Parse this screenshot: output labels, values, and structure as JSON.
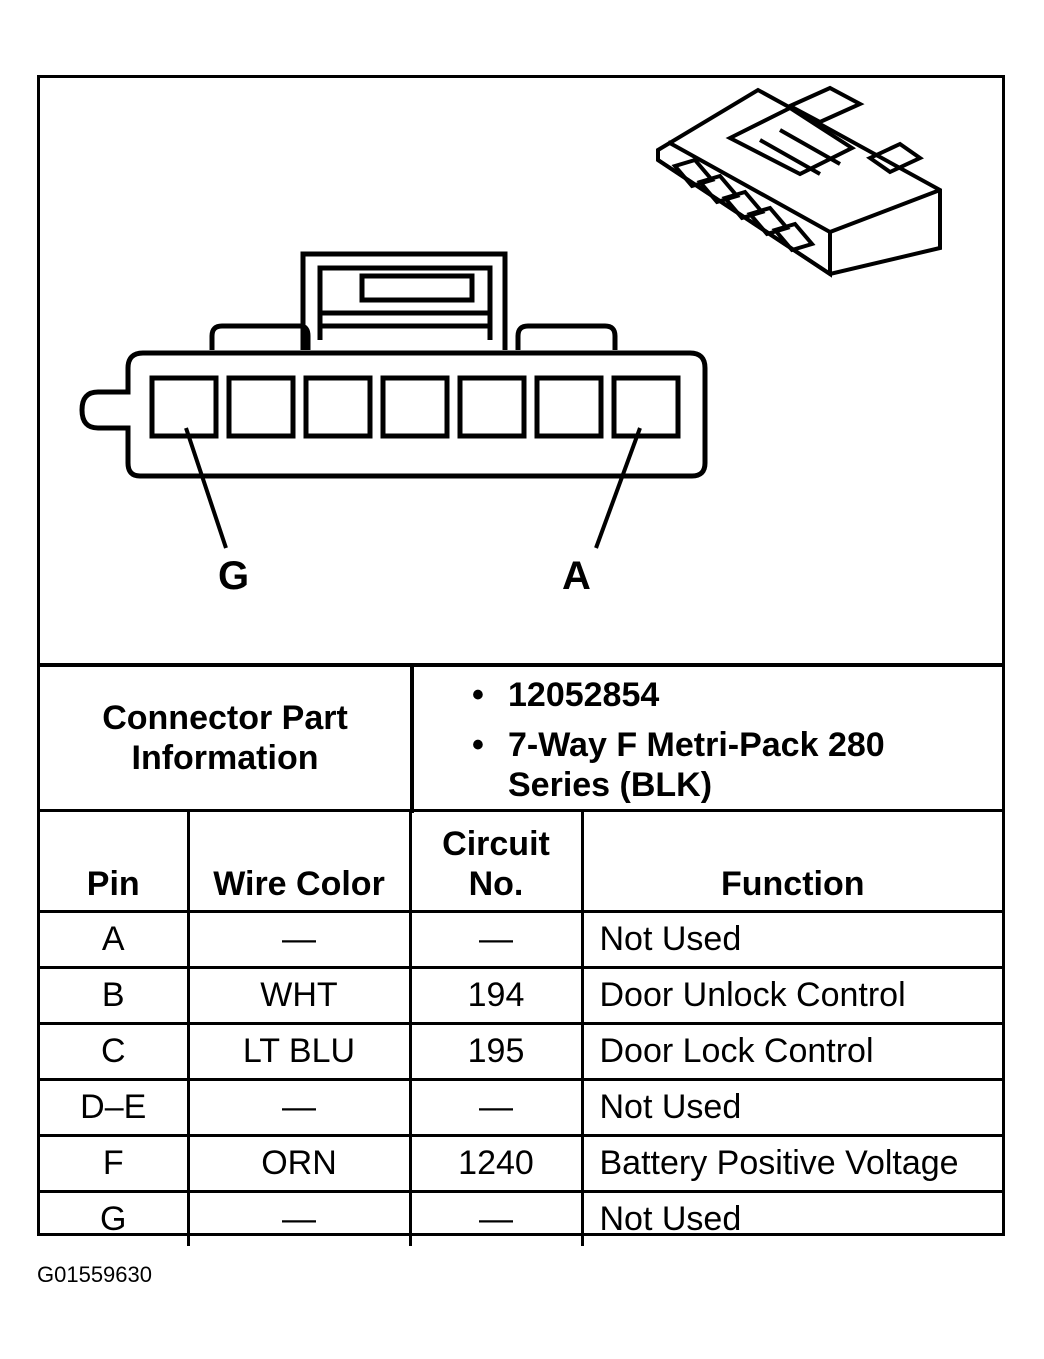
{
  "diagram": {
    "pin_label_left": "G",
    "pin_label_right": "A"
  },
  "connector_info": {
    "label": "Connector Part Information",
    "items": [
      "12052854",
      "7-Way F Metri-Pack 280 Series (BLK)"
    ]
  },
  "table": {
    "headers": [
      "Pin",
      "Wire Color",
      "Circuit No.",
      "Function"
    ],
    "rows": [
      [
        "A",
        "—",
        "—",
        "Not Used"
      ],
      [
        "B",
        "WHT",
        "194",
        "Door Unlock Control"
      ],
      [
        "C",
        "LT BLU",
        "195",
        "Door Lock Control"
      ],
      [
        "D–E",
        "—",
        "—",
        "Not Used"
      ],
      [
        "F",
        "ORN",
        "1240",
        "Battery Positive Voltage"
      ],
      [
        "G",
        "—",
        "—",
        "Not Used"
      ]
    ]
  },
  "footer": {
    "code": "G01559630"
  }
}
